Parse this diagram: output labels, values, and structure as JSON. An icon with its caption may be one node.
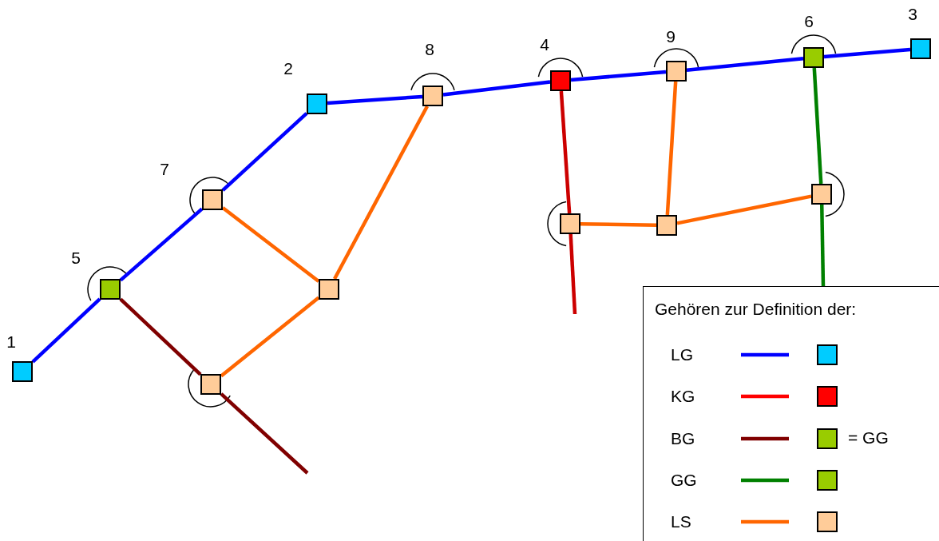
{
  "diagram": {
    "nodes": [
      {
        "text": [],
        "shape": "box",
        "beside": [
          "1"
        ]
      },
      {
        "text": [],
        "shape": "box",
        "beside": [
          "2"
        ]
      },
      {
        "text": [],
        "shape": "box",
        "beside": [
          "3"
        ]
      },
      {
        "text": [],
        "shape": "box",
        "beside": [
          "4"
        ]
      },
      {
        "text": [],
        "shape": "box",
        "beside": [
          "5"
        ]
      },
      {
        "text": [],
        "shape": "box",
        "beside": [
          "6"
        ]
      },
      {
        "text": [],
        "shape": "box",
        "beside": [
          "7"
        ]
      },
      {
        "text": [],
        "shape": "box",
        "beside": [
          "8"
        ]
      },
      {
        "text": [],
        "shape": "box",
        "beside": [
          "9"
        ]
      },
      {
        "text": [],
        "shape": "box"
      },
      {
        "text": [],
        "shape": "box"
      },
      {
        "text": [],
        "shape": "box"
      },
      {
        "text": [],
        "shape": "box"
      },
      {
        "text": [],
        "shape": "box"
      }
    ],
    "edges": [
      {
        "from": 0,
        "to": 4,
        "arrow": "none"
      },
      {
        "from": 4,
        "to": 6,
        "arrow": "none"
      },
      {
        "from": 6,
        "to": 1,
        "arrow": "none"
      },
      {
        "from": 1,
        "to": 7,
        "arrow": "none"
      },
      {
        "from": 7,
        "to": 3,
        "arrow": "none"
      },
      {
        "from": 3,
        "to": 8,
        "arrow": "none"
      },
      {
        "from": 8,
        "to": 5,
        "arrow": "none"
      },
      {
        "from": 5,
        "to": 2,
        "arrow": "none"
      },
      {
        "from": 6,
        "to": 9,
        "arrow": "none",
        "color": "#ff6600"
      },
      {
        "from": 7,
        "to": 9,
        "arrow": "none",
        "color": "#ff6600"
      },
      {
        "from": 9,
        "to": 10,
        "arrow": "none",
        "color": "#ff6600"
      },
      {
        "from": 8,
        "to": 12,
        "arrow": "none",
        "color": "#ff6600"
      },
      {
        "from": 11,
        "to": 12,
        "arrow": "none",
        "color": "#ff6600"
      },
      {
        "from": 12,
        "to": 13,
        "arrow": "none",
        "color": "#ff6600"
      },
      {
        "from": 3,
        "to": 11,
        "arrow": "none",
        "color": "#cc0000"
      },
      {
        "from": 11,
        "to": null,
        "arrow": "none",
        "color": "#cc0000"
      },
      {
        "from": 4,
        "to": 10,
        "arrow": "none",
        "color": "#800000"
      },
      {
        "from": 10,
        "to": null,
        "arrow": "none",
        "color": "#800000"
      },
      {
        "from": 5,
        "to": 13,
        "arrow": "none",
        "color": "#008000"
      },
      {
        "from": 13,
        "to": null,
        "arrow": "none",
        "color": "#008000"
      }
    ],
    "labels": [
      "Gehören zur Definition der:",
      "= GG"
    ],
    "legend": [
      {
        "text": "LG"
      },
      {
        "text": "KG"
      },
      {
        "text": "BG"
      },
      {
        "text": "GG"
      },
      {
        "text": "LS"
      }
    ]
  }
}
